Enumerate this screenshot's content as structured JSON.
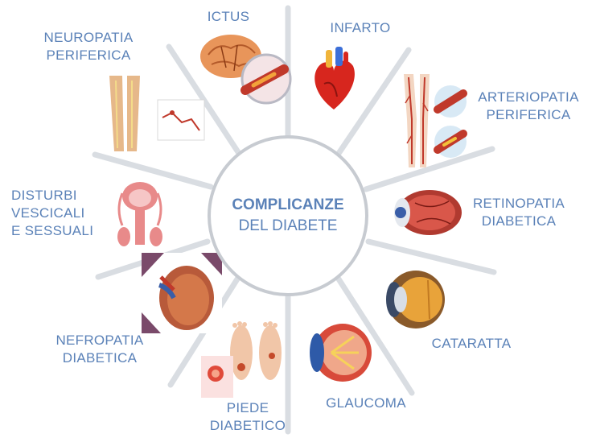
{
  "center": {
    "title": "COMPLICANZE",
    "subtitle": "DEL DIABETE"
  },
  "complications": [
    {
      "id": "ictus",
      "lines": [
        "ICTUS"
      ]
    },
    {
      "id": "infarto",
      "lines": [
        "INFARTO"
      ]
    },
    {
      "id": "arteriopatia",
      "lines": [
        "ARTERIOPATIA",
        "PERIFERICA"
      ]
    },
    {
      "id": "retinopatia",
      "lines": [
        "RETINOPATIA",
        "DIABETICA"
      ]
    },
    {
      "id": "cataratta",
      "lines": [
        "CATARATTA"
      ]
    },
    {
      "id": "glaucoma",
      "lines": [
        "GLAUCOMA"
      ]
    },
    {
      "id": "piede",
      "lines": [
        "PIEDE",
        "DIABETICO"
      ]
    },
    {
      "id": "nefropatia",
      "lines": [
        "NEFROPATIA",
        "DIABETICA"
      ]
    },
    {
      "id": "disturbi",
      "lines": [
        "DISTURBI",
        "VESCICALI",
        "E SESSUALI"
      ]
    },
    {
      "id": "neuropatia",
      "lines": [
        "NEUROPATIA",
        "PERIFERICA"
      ]
    }
  ],
  "colors": {
    "text": "#5b82b8",
    "spoke": "#d3d7dc",
    "ring": "#c7cbd1"
  }
}
